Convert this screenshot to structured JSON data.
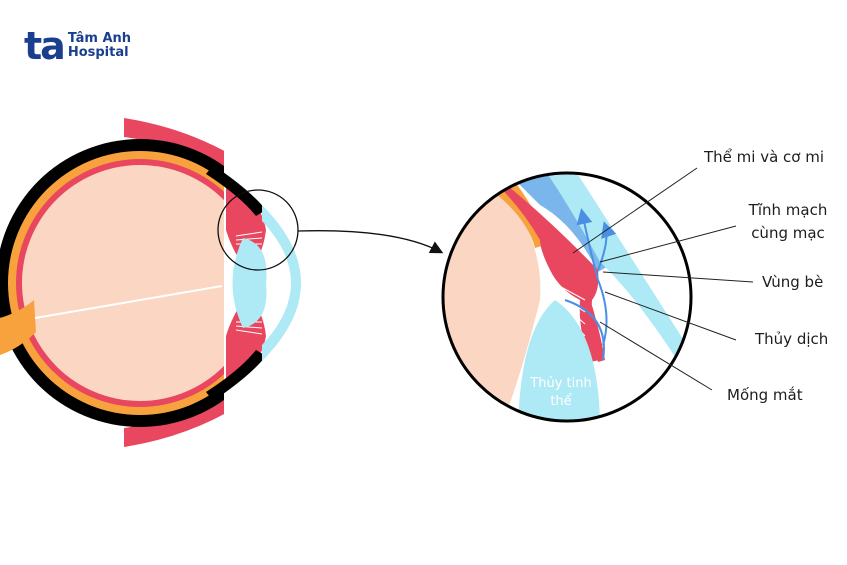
{
  "logo": {
    "mark": "ta",
    "line1": "Tâm Anh",
    "line2": "Hospital",
    "color": "#1a3f8f"
  },
  "labels": {
    "ciliary": "Thể mi và cơ mi",
    "scleral_vein_1": "Tĩnh mạch",
    "scleral_vein_2": "cùng mạc",
    "trabecular": "Vùng bè",
    "aqueous": "Thủy dịch",
    "iris": "Mống mắt",
    "lens_1": "Thủy tinh",
    "lens_2": "thể"
  },
  "colors": {
    "eyeball_fill": "#fbd6c3",
    "sclera_black": "#000000",
    "choroid_orange": "#f7a23c",
    "retina_red": "#e8475f",
    "lens_blue": "#aee9f6",
    "cornea_blue": "#aee9f6",
    "sclera_blue": "#7ab5ec",
    "arrow_blue": "#4a8fe3"
  }
}
